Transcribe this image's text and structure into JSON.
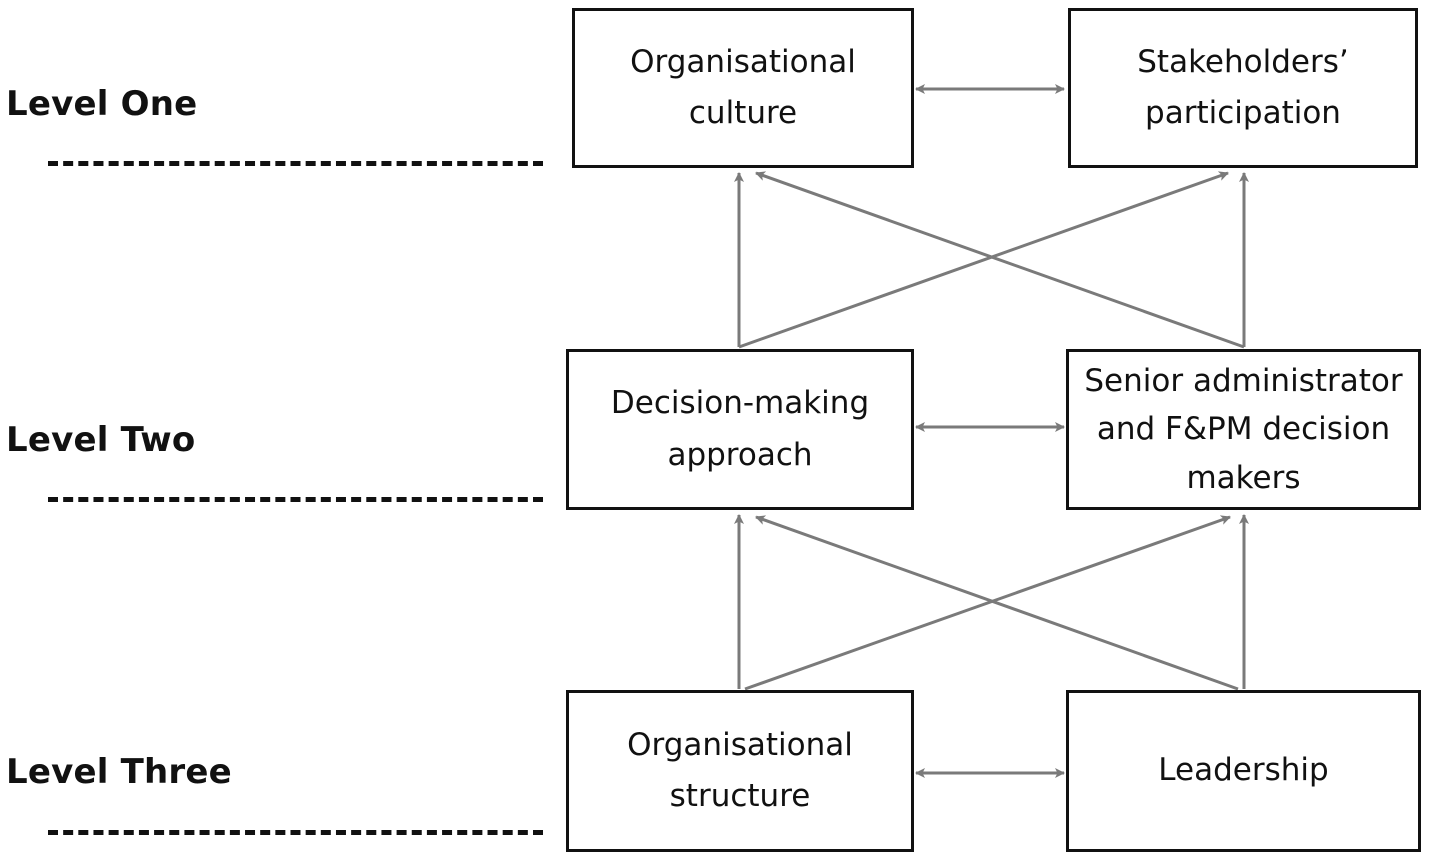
{
  "levels": {
    "one": "Level One",
    "two": "Level Two",
    "three": "Level Three"
  },
  "nodes": {
    "organisational_culture": "Organisational culture",
    "stakeholders_participation": "Stakeholders’ participation",
    "decision_making_approach": "Decision-making approach",
    "senior_administrator": "Senior administrator and F&PM decision makers",
    "organisational_structure": "Organisational structure",
    "leadership": "Leadership"
  },
  "edges": [
    {
      "from": "organisational_culture",
      "to": "stakeholders_participation",
      "type": "bidirectional"
    },
    {
      "from": "decision_making_approach",
      "to": "senior_administrator",
      "type": "bidirectional"
    },
    {
      "from": "organisational_structure",
      "to": "leadership",
      "type": "bidirectional"
    },
    {
      "from": "decision_making_approach",
      "to": "organisational_culture",
      "type": "directed"
    },
    {
      "from": "decision_making_approach",
      "to": "stakeholders_participation",
      "type": "directed"
    },
    {
      "from": "senior_administrator",
      "to": "organisational_culture",
      "type": "directed"
    },
    {
      "from": "senior_administrator",
      "to": "stakeholders_participation",
      "type": "directed"
    },
    {
      "from": "organisational_structure",
      "to": "decision_making_approach",
      "type": "directed"
    },
    {
      "from": "organisational_structure",
      "to": "senior_administrator",
      "type": "directed"
    },
    {
      "from": "leadership",
      "to": "decision_making_approach",
      "type": "directed"
    },
    {
      "from": "leadership",
      "to": "senior_administrator",
      "type": "directed"
    }
  ],
  "colors": {
    "arrow": "#7a7a7a",
    "border": "#111111"
  }
}
